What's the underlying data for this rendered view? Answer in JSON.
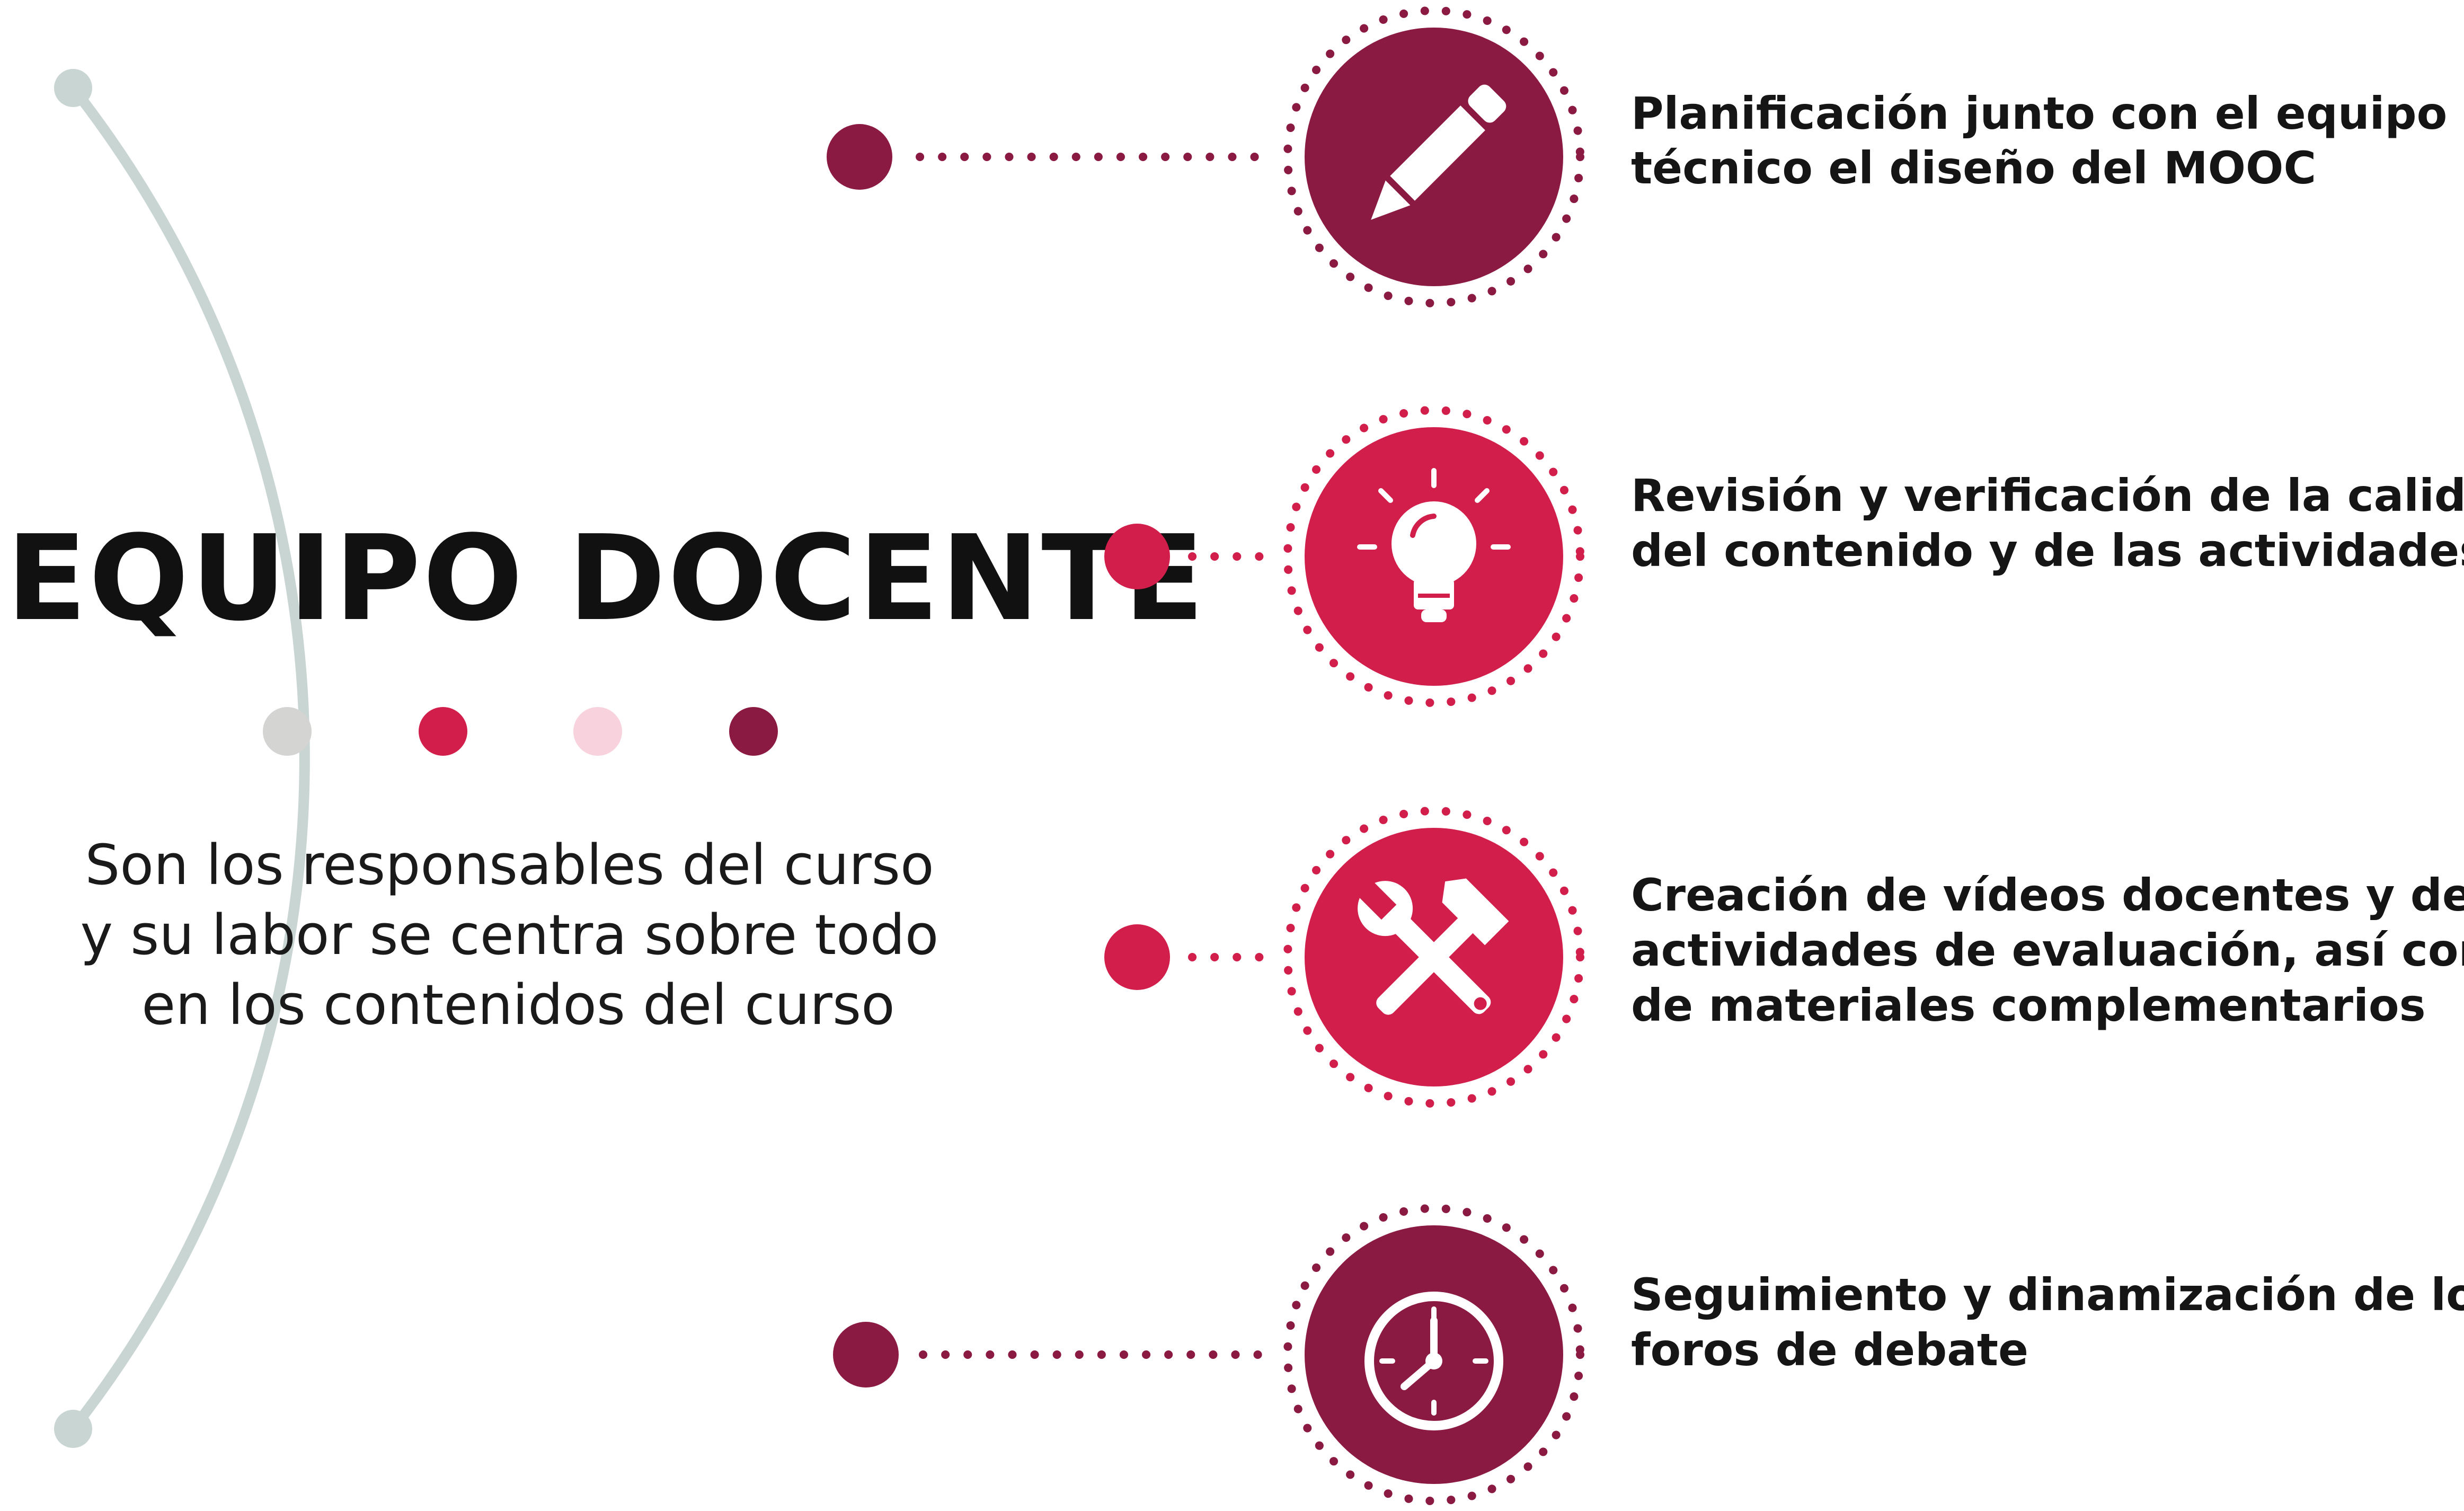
{
  "header": {
    "title": "EQUIPO DOCENTE",
    "description_lines": [
      "Son los responsables del curso",
      "y su labor se centra sobre todo",
      "en los contenidos del curso"
    ]
  },
  "palette": {
    "arc": "#c9d5d3",
    "dark": "#8b1a42",
    "bright": "#d11e4b",
    "pale": "#f8d3dd",
    "grey": "#d4d4d2",
    "text": "#151515"
  },
  "palette_dots": [
    "#d4d4d2",
    "#d11e4b",
    "#f8d3dd",
    "#8b1a42"
  ],
  "items": [
    {
      "icon": "pencil-icon",
      "color": "#8b1a42",
      "lines": [
        "Planificación junto con el equipo",
        "técnico el diseño del MOOC"
      ]
    },
    {
      "icon": "lightbulb-icon",
      "color": "#d11e4b",
      "lines": [
        "Revisión y verificación de la calidad",
        "del contenido y de las actividades"
      ]
    },
    {
      "icon": "tools-icon",
      "color": "#d11e4b",
      "lines": [
        "Creación de vídeos docentes y de",
        "actividades de evaluación, así como",
        "de materiales complementarios"
      ]
    },
    {
      "icon": "clock-icon",
      "color": "#8b1a42",
      "lines": [
        "Seguimiento y dinamización de los",
        "foros de debate"
      ]
    }
  ]
}
